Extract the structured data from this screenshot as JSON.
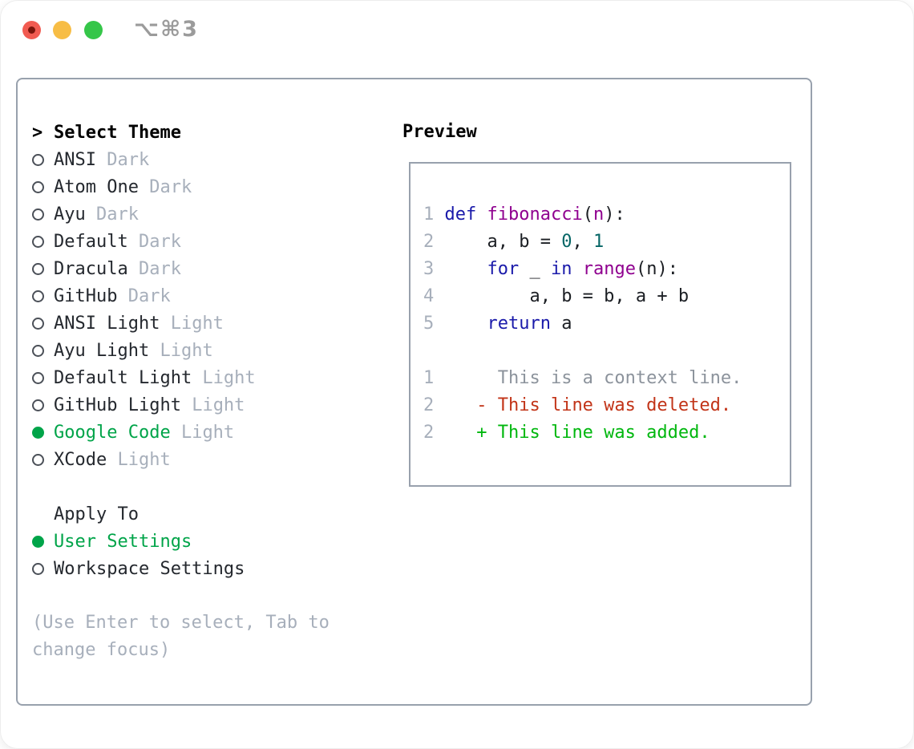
{
  "window": {
    "title": "⌥⌘3"
  },
  "colors": {
    "accent_green": "#00a449",
    "diff_added_green": "#00b70e",
    "diff_deleted_red": "#c23418",
    "diff_context_gray": "#8c939c",
    "muted_gray": "#a7afbb",
    "keyword_blue": "#1a1aaa",
    "function_purple": "#8f008f",
    "number_teal": "#066666",
    "panel_border": "#98a1ad",
    "text_dark": "#24282e"
  },
  "theme_panel": {
    "header": {
      "prefix": ">",
      "label": "Select Theme"
    },
    "themes": [
      {
        "name": "ANSI",
        "variant": "Dark",
        "selected": false
      },
      {
        "name": "Atom One",
        "variant": "Dark",
        "selected": false
      },
      {
        "name": "Ayu",
        "variant": "Dark",
        "selected": false
      },
      {
        "name": "Default",
        "variant": "Dark",
        "selected": false
      },
      {
        "name": "Dracula",
        "variant": "Dark",
        "selected": false
      },
      {
        "name": "GitHub",
        "variant": "Dark",
        "selected": false
      },
      {
        "name": "ANSI Light",
        "variant": "Light",
        "selected": false
      },
      {
        "name": "Ayu Light",
        "variant": "Light",
        "selected": false
      },
      {
        "name": "Default Light",
        "variant": "Light",
        "selected": false
      },
      {
        "name": "GitHub Light",
        "variant": "Light",
        "selected": false
      },
      {
        "name": "Google Code",
        "variant": "Light",
        "selected": true
      },
      {
        "name": "XCode",
        "variant": "Light",
        "selected": false
      }
    ],
    "apply_to": {
      "label": "Apply To",
      "options": [
        {
          "name": "User Settings",
          "selected": true
        },
        {
          "name": "Workspace Settings",
          "selected": false
        }
      ]
    },
    "help_text": "(Use Enter to select, Tab to change focus)"
  },
  "preview": {
    "label": "Preview",
    "code_lines": [
      {
        "num": "1",
        "tokens": [
          {
            "t": "def",
            "c": "kw"
          },
          {
            "t": " ",
            "c": "pl"
          },
          {
            "t": "fibonacci",
            "c": "fn"
          },
          {
            "t": "(",
            "c": "pl"
          },
          {
            "t": "n",
            "c": "fn"
          },
          {
            "t": "):",
            "c": "pl"
          }
        ]
      },
      {
        "num": "2",
        "tokens": [
          {
            "t": "    a, b = ",
            "c": "pl"
          },
          {
            "t": "0",
            "c": "num"
          },
          {
            "t": ", ",
            "c": "pl"
          },
          {
            "t": "1",
            "c": "num"
          }
        ]
      },
      {
        "num": "3",
        "tokens": [
          {
            "t": "    ",
            "c": "pl"
          },
          {
            "t": "for",
            "c": "kw"
          },
          {
            "t": " _ ",
            "c": "pl"
          },
          {
            "t": "in",
            "c": "kw"
          },
          {
            "t": " ",
            "c": "pl"
          },
          {
            "t": "range",
            "c": "fn"
          },
          {
            "t": "(n):",
            "c": "pl"
          }
        ]
      },
      {
        "num": "4",
        "tokens": [
          {
            "t": "        a, b = b, a + b",
            "c": "pl"
          }
        ]
      },
      {
        "num": "5",
        "tokens": [
          {
            "t": "    ",
            "c": "pl"
          },
          {
            "t": "return",
            "c": "kw"
          },
          {
            "t": " a",
            "c": "pl"
          }
        ]
      }
    ],
    "diff_lines": [
      {
        "num": "1",
        "kind": "context",
        "text": "     This is a context line."
      },
      {
        "num": "2",
        "kind": "deleted",
        "text": "   - This line was deleted."
      },
      {
        "num": "2",
        "kind": "added",
        "text": "   + This line was added."
      }
    ]
  }
}
